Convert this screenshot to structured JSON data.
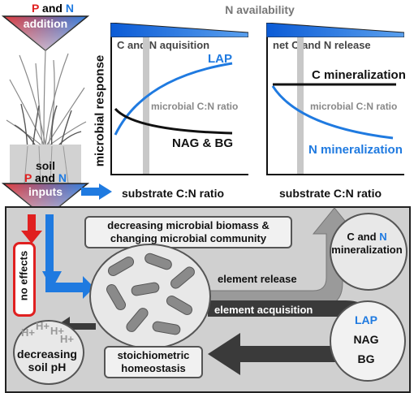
{
  "top_left": {
    "p_label": "P",
    "and_label": "and",
    "n_label": "N",
    "addition_label": "addition"
  },
  "header": {
    "n_availability": "N availability"
  },
  "ylabel": "microbial response",
  "left_panel": {
    "title": "C and N aquisition",
    "curve_up_label": "LAP",
    "curve_down_label": "NAG & BG",
    "ratio_label": "microbial C:N ratio",
    "xlabel": "substrate C:N ratio"
  },
  "right_panel": {
    "title": "net C and N release",
    "flat_label": "C mineralization",
    "down_label": "N mineralization",
    "ratio_label": "microbial C:N ratio",
    "xlabel": "substrate C:N ratio"
  },
  "soil_label": "soil",
  "inputs": {
    "p_label": "P",
    "and_label": "and",
    "n_label": "N",
    "inputs_label": "inputs"
  },
  "bottom": {
    "no_effects": "no effects",
    "biomass_box": "decreasing microbial biomass & changing microbial community",
    "element_release": "element release",
    "element_acquisition": "element acquisition",
    "homeostasis": "stoichiometric homeostasis",
    "ph_label": "decreasing soil pH",
    "ph_symbols": [
      "H+",
      "H+",
      "H+",
      "H+"
    ],
    "mineral_circle": {
      "c": "C",
      "and": "and",
      "n": "N",
      "rest": "mineralization"
    },
    "enzyme_list": [
      "LAP",
      "NAG",
      "BG"
    ]
  },
  "colors": {
    "blue": "#1f7ae0",
    "red": "#e02020",
    "dark_arrow": "#3a3a3a",
    "gray_arrow": "#9a9a9a"
  }
}
